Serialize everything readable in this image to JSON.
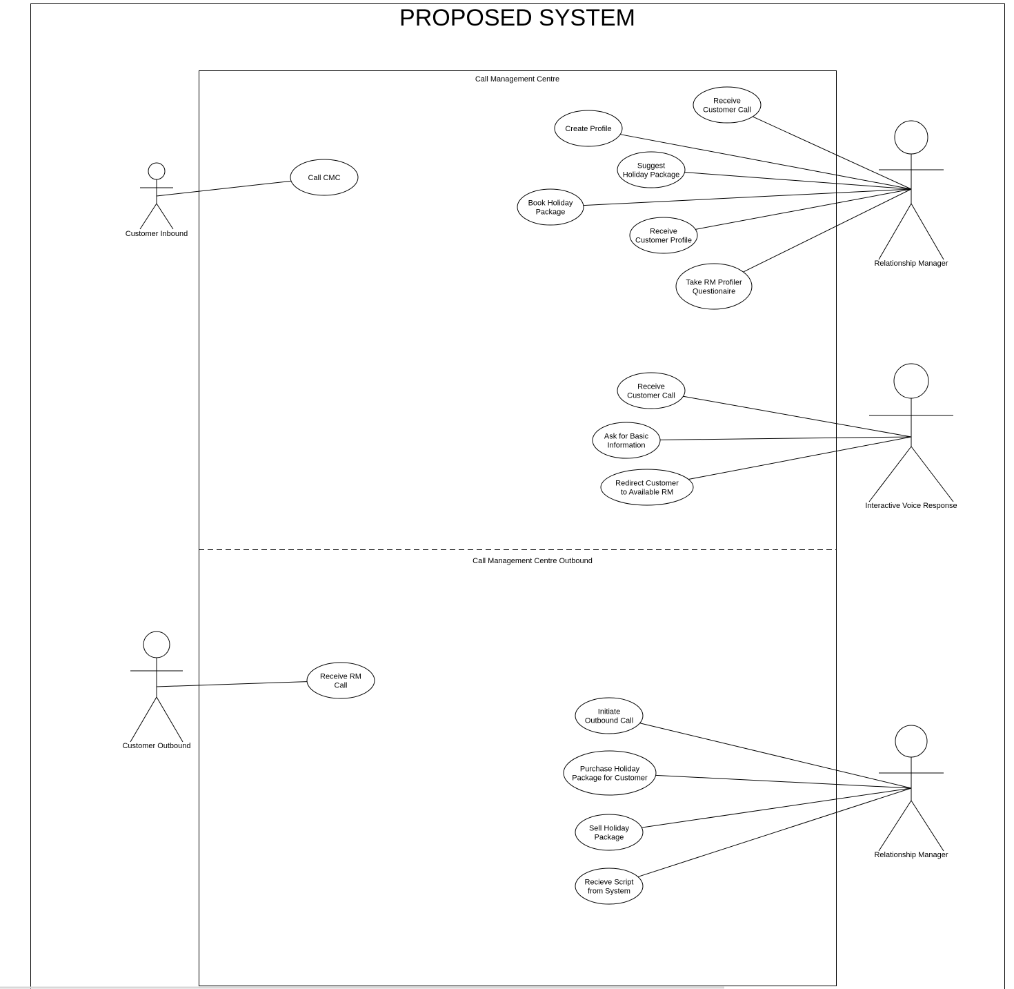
{
  "title": "PROPOSED SYSTEM",
  "systems": {
    "inbound": {
      "label": "Call Management Centre"
    },
    "outbound": {
      "label": "Call Management Centre Outbound"
    }
  },
  "actors": [
    {
      "id": "customer-inbound",
      "label": "Customer Inbound"
    },
    {
      "id": "relationship-manager-inbound",
      "label": "Relationship Manager"
    },
    {
      "id": "interactive-voice-response",
      "label": "Interactive Voice Response"
    },
    {
      "id": "customer-outbound",
      "label": "Customer Outbound"
    },
    {
      "id": "relationship-manager-outbound",
      "label": "Relationship Manager"
    }
  ],
  "use_cases": [
    {
      "id": "call-cmc",
      "lines": [
        "Call CMC"
      ],
      "actor": "customer-inbound"
    },
    {
      "id": "receive-customer-call-rm",
      "lines": [
        "Receive",
        "Customer Call"
      ],
      "actor": "relationship-manager-inbound"
    },
    {
      "id": "create-profile",
      "lines": [
        "Create Profile"
      ],
      "actor": "relationship-manager-inbound"
    },
    {
      "id": "suggest-holiday-package",
      "lines": [
        "Suggest",
        "Holiday Package"
      ],
      "actor": "relationship-manager-inbound"
    },
    {
      "id": "book-holiday-package",
      "lines": [
        "Book Holiday",
        "Package"
      ],
      "actor": "relationship-manager-inbound"
    },
    {
      "id": "receive-customer-profile",
      "lines": [
        "Receive",
        "Customer Profile"
      ],
      "actor": "relationship-manager-inbound"
    },
    {
      "id": "take-rm-profiler-questionaire",
      "lines": [
        "Take RM Profiler",
        "Questionaire"
      ],
      "actor": "relationship-manager-inbound"
    },
    {
      "id": "receive-customer-call-ivr",
      "lines": [
        "Receive",
        "Customer Call"
      ],
      "actor": "interactive-voice-response"
    },
    {
      "id": "ask-for-basic-information",
      "lines": [
        "Ask for Basic",
        "Information"
      ],
      "actor": "interactive-voice-response"
    },
    {
      "id": "redirect-customer",
      "lines": [
        "Redirect Customer",
        "to Available RM"
      ],
      "actor": "interactive-voice-response"
    },
    {
      "id": "receive-rm-call",
      "lines": [
        "Receive RM",
        "Call"
      ],
      "actor": "customer-outbound"
    },
    {
      "id": "initiate-outbound-call",
      "lines": [
        "Initiate",
        "Outbound Call"
      ],
      "actor": "relationship-manager-outbound"
    },
    {
      "id": "purchase-holiday-package",
      "lines": [
        "Purchase Holiday",
        "Package for Customer"
      ],
      "actor": "relationship-manager-outbound"
    },
    {
      "id": "sell-holiday-package",
      "lines": [
        "Sell Holiday",
        "Package"
      ],
      "actor": "relationship-manager-outbound"
    },
    {
      "id": "recieve-script-from-system",
      "lines": [
        "Recieve Script",
        "from System"
      ],
      "actor": "relationship-manager-outbound"
    }
  ]
}
